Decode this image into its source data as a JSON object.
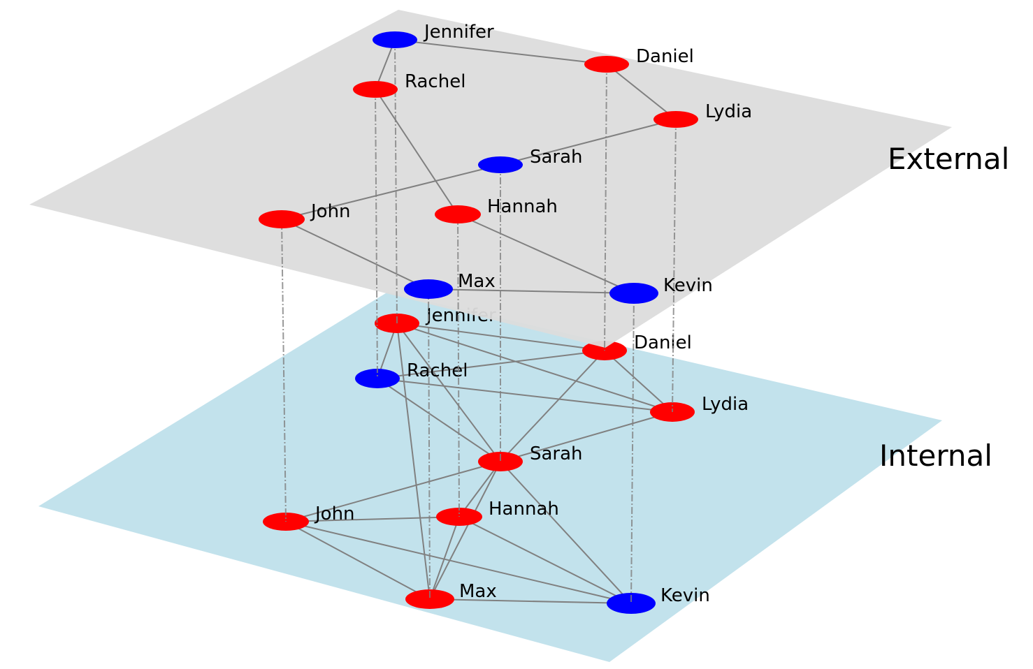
{
  "colors": {
    "red": "#ff0000",
    "blue": "#0000ff",
    "edge": "#808080",
    "external_plane": "#dcdcdc",
    "internal_plane": "#add8e6"
  },
  "layers": [
    {
      "id": "external",
      "label": "External",
      "nodes": [
        {
          "name": "Jennifer",
          "label": "Jennifer",
          "color": "blue"
        },
        {
          "name": "Daniel",
          "label": "Daniel",
          "color": "red"
        },
        {
          "name": "Rachel",
          "label": "Rachel",
          "color": "red"
        },
        {
          "name": "Lydia",
          "label": "Lydia",
          "color": "red"
        },
        {
          "name": "Sarah",
          "label": "Sarah",
          "color": "blue"
        },
        {
          "name": "John",
          "label": "John",
          "color": "red"
        },
        {
          "name": "Hannah",
          "label": "Hannah",
          "color": "red"
        },
        {
          "name": "Max",
          "label": "Max",
          "color": "blue"
        },
        {
          "name": "Kevin",
          "label": "Kevin",
          "color": "blue"
        }
      ],
      "edges": [
        [
          "Jennifer",
          "Daniel"
        ],
        [
          "Jennifer",
          "Rachel"
        ],
        [
          "Daniel",
          "Lydia"
        ],
        [
          "Rachel",
          "Hannah"
        ],
        [
          "Lydia",
          "Sarah"
        ],
        [
          "Sarah",
          "John"
        ],
        [
          "John",
          "Max"
        ],
        [
          "Hannah",
          "Kevin"
        ],
        [
          "Max",
          "Kevin"
        ]
      ]
    },
    {
      "id": "internal",
      "label": "Internal",
      "nodes": [
        {
          "name": "Jennifer",
          "label": "Jennifer",
          "color": "red"
        },
        {
          "name": "Daniel",
          "label": "Daniel",
          "color": "red"
        },
        {
          "name": "Rachel",
          "label": "Rachel",
          "color": "blue"
        },
        {
          "name": "Lydia",
          "label": "Lydia",
          "color": "red"
        },
        {
          "name": "Sarah",
          "label": "Sarah",
          "color": "red"
        },
        {
          "name": "John",
          "label": "John",
          "color": "red"
        },
        {
          "name": "Hannah",
          "label": "Hannah",
          "color": "red"
        },
        {
          "name": "Max",
          "label": "Max",
          "color": "red"
        },
        {
          "name": "Kevin",
          "label": "Kevin",
          "color": "blue"
        }
      ],
      "edges": [
        [
          "Jennifer",
          "Daniel"
        ],
        [
          "Jennifer",
          "Rachel"
        ],
        [
          "Jennifer",
          "Lydia"
        ],
        [
          "Jennifer",
          "Sarah"
        ],
        [
          "Jennifer",
          "Max"
        ],
        [
          "Rachel",
          "Daniel"
        ],
        [
          "Rachel",
          "Lydia"
        ],
        [
          "Rachel",
          "Sarah"
        ],
        [
          "Daniel",
          "Sarah"
        ],
        [
          "Daniel",
          "Lydia"
        ],
        [
          "Lydia",
          "Sarah"
        ],
        [
          "Sarah",
          "John"
        ],
        [
          "Sarah",
          "Hannah"
        ],
        [
          "Sarah",
          "Max"
        ],
        [
          "Sarah",
          "Kevin"
        ],
        [
          "John",
          "Hannah"
        ],
        [
          "John",
          "Max"
        ],
        [
          "John",
          "Kevin"
        ],
        [
          "Hannah",
          "Max"
        ],
        [
          "Hannah",
          "Kevin"
        ],
        [
          "Max",
          "Kevin"
        ]
      ]
    }
  ],
  "interlayer_links": [
    "Jennifer",
    "Rachel",
    "Daniel",
    "Lydia",
    "Sarah",
    "John",
    "Hannah",
    "Max",
    "Kevin"
  ]
}
